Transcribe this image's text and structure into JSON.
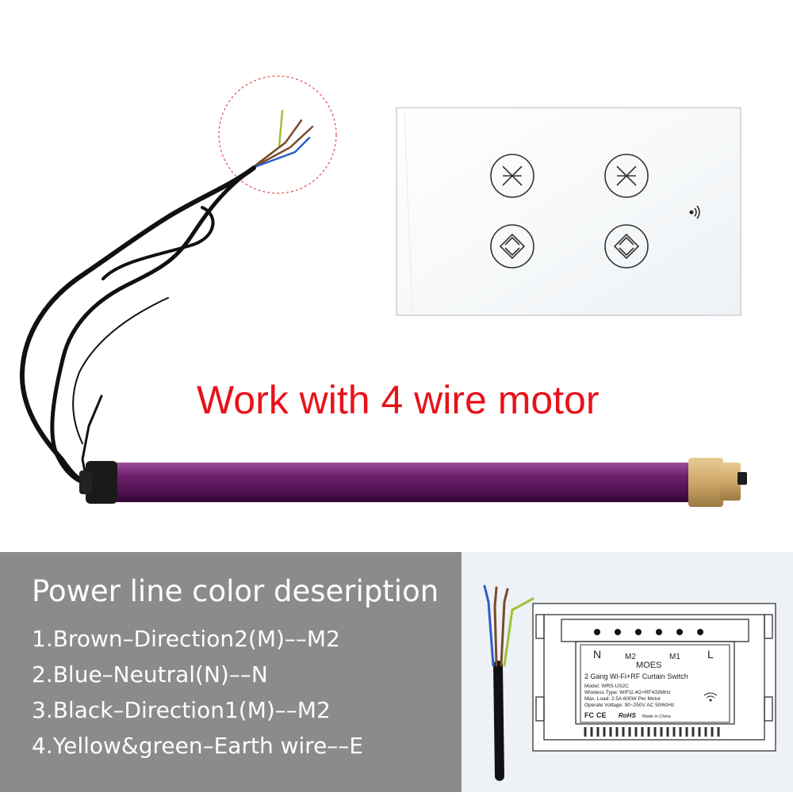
{
  "headline": "Work with 4 wire motor",
  "description": {
    "title": "Power line color deseription",
    "items": [
      "1.Brown–Direction2(M)––M2",
      "2.Blue–Neutral(N)––N",
      "3.Black–Direction1(M)––M2",
      "4.Yellow&green–Earth wire––E"
    ]
  },
  "label": {
    "brand": "MOES",
    "terminals": {
      "n": "N",
      "m2": "M2",
      "m1": "M1",
      "l": "L"
    },
    "product": "2 Gang Wi-Fi+RF Curtain Switch",
    "model": "Model: WRS-US2C",
    "wireless": "Wireless Type: WIFI2.4G+RF433MHz",
    "load": "Max. Load: 2.5A 600W Per Motor",
    "voltage": "Operate Voltage: 90~250V AC 50/60Hz",
    "cert_fc": "FC",
    "cert_ce": "CE",
    "cert_rohs": "RoHS",
    "made": "Made In China"
  },
  "colors": {
    "motor_tube": "#6b1f6a",
    "motor_cap": "#cfa86a",
    "headline": "#e8121b",
    "wire_brown": "#7a4a2a",
    "wire_blue": "#2c5fc8",
    "wire_yellow_green": "#9ec23a",
    "wire_black": "#111111"
  }
}
